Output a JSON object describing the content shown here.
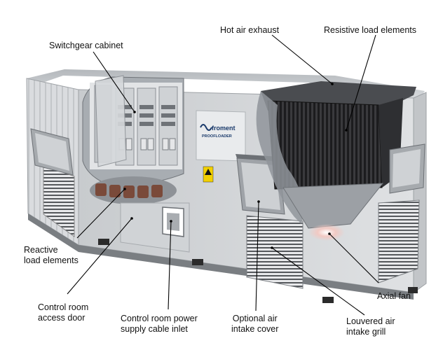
{
  "labels": {
    "switchgear_cabinet": "Switchgear cabinet",
    "hot_air_exhaust": "Hot air exhaust",
    "resistive_load_elements": "Resistive load elements",
    "reactive_load_elements": [
      "Reactive",
      "load elements"
    ],
    "control_room_access_door": [
      "Control room",
      "access door"
    ],
    "control_room_power_supply_cable_inlet": [
      "Control room power",
      "supply cable inlet"
    ],
    "optional_air_intake_cover": [
      "Optional air",
      "intake cover"
    ],
    "louvered_air_intake_grill": [
      "Louvered air",
      "intake grill"
    ],
    "axial_fan": "Axial fan"
  },
  "branding": {
    "logo_text": "froment",
    "product_text": "PROOFLOADER"
  },
  "colors": {
    "container_body": "#d9dcdf",
    "container_shadow": "#b9bdc1",
    "resistor_grid": "#2a2a2c",
    "reactive_elements": "#7a4a3a",
    "fan_glow": "#e8c6c0",
    "leader_line": "#000000",
    "warning_sign": "#f2d000"
  }
}
